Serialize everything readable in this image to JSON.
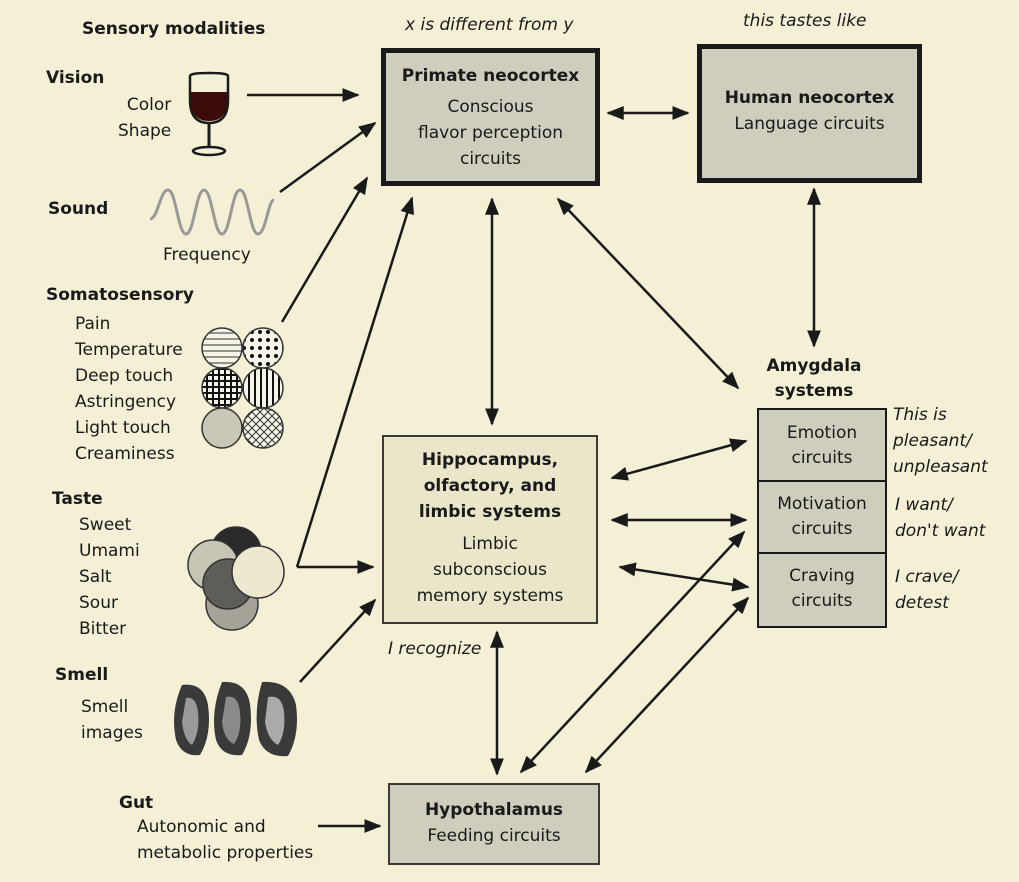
{
  "sensory": {
    "title": "Sensory modalities",
    "vision": {
      "label": "Vision",
      "items": [
        "Color",
        "Shape"
      ]
    },
    "sound": {
      "label": "Sound",
      "items": [
        "Frequency"
      ]
    },
    "somatosensory": {
      "label": "Somatosensory",
      "items": [
        "Pain",
        "Temperature",
        "Deep touch",
        "Astringency",
        "Light touch",
        "Creaminess"
      ]
    },
    "taste": {
      "label": "Taste",
      "items": [
        "Sweet",
        "Umami",
        "Salt",
        "Sour",
        "Bitter"
      ]
    },
    "smell": {
      "label": "Smell",
      "items": [
        "Smell",
        "images"
      ]
    },
    "gut": {
      "label": "Gut",
      "items": [
        "Autonomic and",
        "metabolic properties"
      ]
    }
  },
  "primate": {
    "caption": "x is different from y",
    "title": "Primate neocortex",
    "lines": [
      "Conscious",
      "flavor perception",
      "circuits"
    ]
  },
  "human": {
    "caption": "this tastes like",
    "title": "Human neocortex",
    "lines": [
      "Language circuits"
    ]
  },
  "hippocampus": {
    "title_lines": [
      "Hippocampus,",
      "olfactory, and",
      "limbic systems"
    ],
    "lines": [
      "Limbic",
      "subconscious",
      "memory systems"
    ],
    "caption": "I recognize"
  },
  "hypothalamus": {
    "title": "Hypothalamus",
    "lines": [
      "Feeding circuits"
    ]
  },
  "amygdala": {
    "title_lines": [
      "Amygdala",
      "systems"
    ],
    "cells": [
      {
        "lines": [
          "Emotion",
          "circuits"
        ],
        "caption": [
          "This is",
          "pleasant/",
          "unpleasant"
        ]
      },
      {
        "lines": [
          "Motivation",
          "circuits"
        ],
        "caption": [
          "I want/",
          "don't want"
        ]
      },
      {
        "lines": [
          "Craving",
          "circuits"
        ],
        "caption": [
          "I crave/",
          "detest"
        ]
      }
    ]
  },
  "colors": {
    "background": "#f3f0d6",
    "box": "#cfcdbd",
    "box_pale": "#e9e6c9",
    "line": "#1a1a1a"
  }
}
